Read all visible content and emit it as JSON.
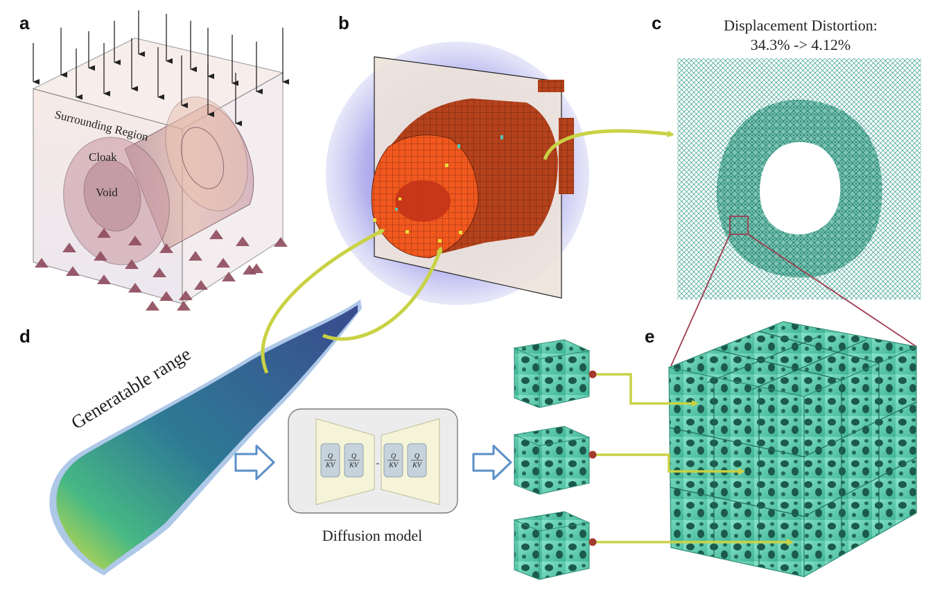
{
  "panels": {
    "a": {
      "letter": "a",
      "labels": {
        "surrounding": "Surrounding Region",
        "cloak": "Cloak",
        "void": "Void"
      }
    },
    "b": {
      "letter": "b"
    },
    "c": {
      "letter": "c",
      "title_line1": "Displacement Distortion:",
      "title_line2": "34.3% -> 4.12%"
    },
    "d": {
      "letter": "d",
      "range_label": "Generatable range"
    },
    "e": {
      "letter": "e"
    }
  },
  "diffusion": {
    "caption": "Diffusion model",
    "block_q": "Q",
    "block_kv": "KV",
    "separator": "-"
  },
  "colors": {
    "cube_teal": "#5fcfb0",
    "arrow_yellow": "#c9d244",
    "lattice_green": "#2e9a86",
    "connector_red": "#a23a4f",
    "hollow_arrow_blue": "#5a8fc8"
  }
}
